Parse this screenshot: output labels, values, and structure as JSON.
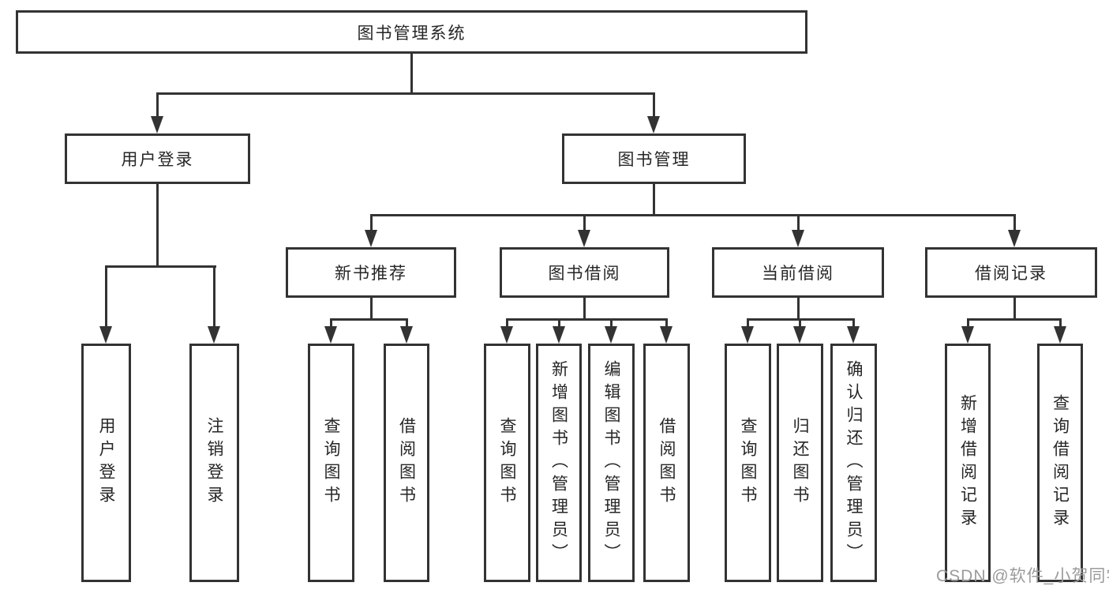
{
  "tree": {
    "label": "图书管理系统",
    "children": [
      {
        "label": "用户登录",
        "children": [
          {
            "label": "用户登录"
          },
          {
            "label": "注销登录"
          }
        ]
      },
      {
        "label": "图书管理",
        "children": [
          {
            "label": "新书推荐",
            "children": [
              {
                "label": "查询图书"
              },
              {
                "label": "借阅图书"
              }
            ]
          },
          {
            "label": "图书借阅",
            "children": [
              {
                "label": "查询图书"
              },
              {
                "label": "新增图书（管理员）"
              },
              {
                "label": "编辑图书（管理员）"
              },
              {
                "label": "借阅图书"
              }
            ]
          },
          {
            "label": "当前借阅",
            "children": [
              {
                "label": "查询图书"
              },
              {
                "label": "归还图书"
              },
              {
                "label": "确认归还（管理员）"
              }
            ]
          },
          {
            "label": "借阅记录",
            "children": [
              {
                "label": "新增借阅记录"
              },
              {
                "label": "查询借阅记录"
              }
            ]
          }
        ]
      }
    ]
  },
  "watermark": "CSDN @软件_小贺同学",
  "colors": {
    "line": "#333333",
    "box_fill": "#ffffff",
    "text": "#262626",
    "watermark": "#9b9b9b",
    "background": "#ffffff"
  }
}
